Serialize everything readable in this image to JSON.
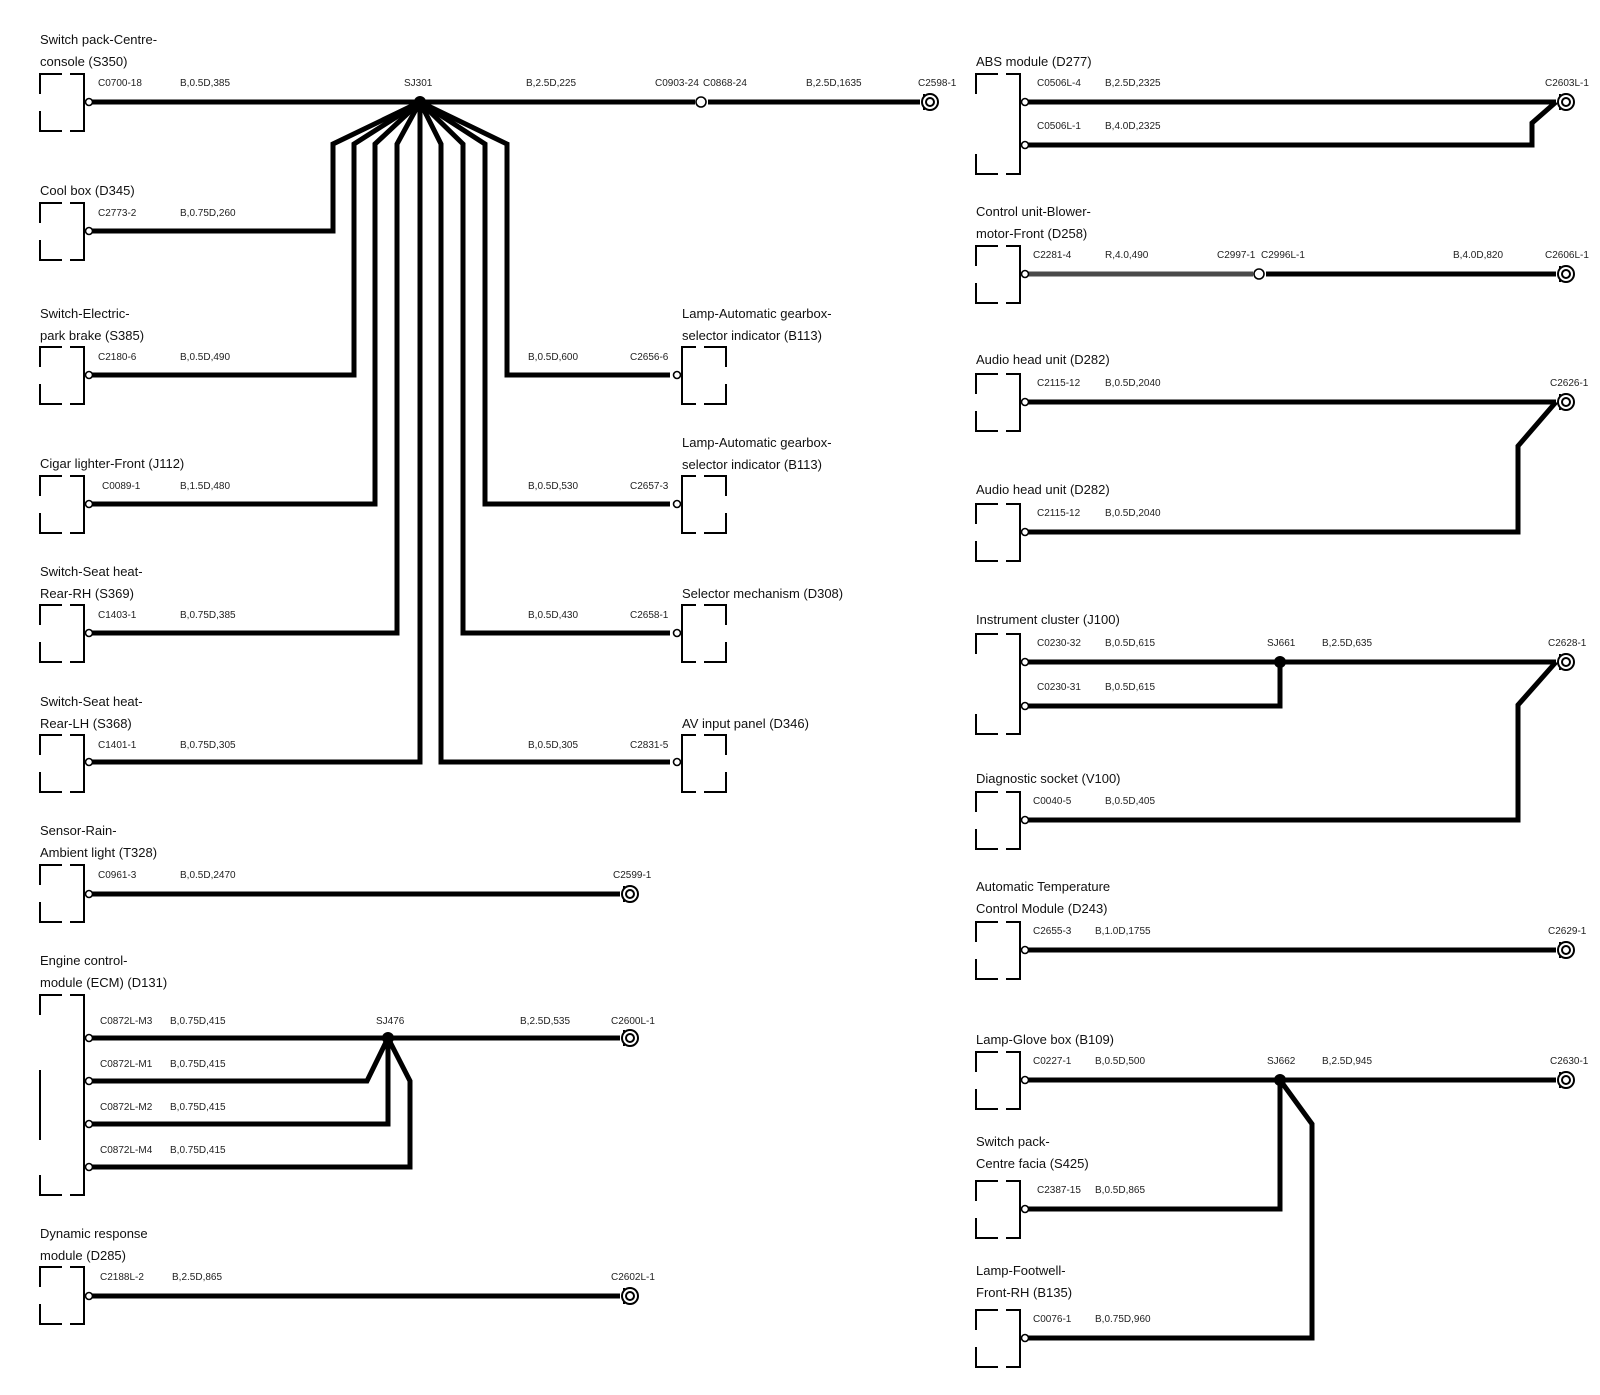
{
  "left": {
    "s350": {
      "name1": "Switch pack-Centre-",
      "name2": "console (S350)",
      "pin": "C0700-18",
      "wire": "B,0.5D,385",
      "splice": "SJ301",
      "wire_out": "B,2.5D,225",
      "inline1": "C0903-24",
      "inline2": "C0868-24",
      "wire_end": "B,2.5D,1635",
      "end": "C2598-1"
    },
    "d345": {
      "name1": "Cool box (D345)",
      "pin": "C2773-2",
      "wire": "B,0.75D,260"
    },
    "s385": {
      "name1": "Switch-Electric-",
      "name2": "park brake (S385)",
      "pin": "C2180-6",
      "wire": "B,0.5D,490"
    },
    "j112": {
      "name1": "Cigar lighter-Front (J112)",
      "pin": "C0089-1",
      "wire": "B,1.5D,480"
    },
    "s369": {
      "name1": "Switch-Seat heat-",
      "name2": "Rear-RH (S369)",
      "pin": "C1403-1",
      "wire": "B,0.75D,385"
    },
    "s368": {
      "name1": "Switch-Seat heat-",
      "name2": "Rear-LH (S368)",
      "pin": "C1401-1",
      "wire": "B,0.75D,305"
    },
    "t328": {
      "name1": "Sensor-Rain-",
      "name2": "Ambient light (T328)",
      "pin": "C0961-3",
      "wire": "B,0.5D,2470",
      "end": "C2599-1"
    },
    "d131": {
      "name1": "Engine control-",
      "name2": "module (ECM) (D131)",
      "pins": [
        "C0872L-M3",
        "C0872L-M1",
        "C0872L-M2",
        "C0872L-M4"
      ],
      "wires": [
        "B,0.75D,415",
        "B,0.75D,415",
        "B,0.75D,415",
        "B,0.75D,415"
      ],
      "splice": "SJ476",
      "wire_out": "B,2.5D,535",
      "end": "C2600L-1"
    },
    "d285": {
      "name1": "Dynamic response",
      "name2": "module (D285)",
      "pin": "C2188L-2",
      "wire": "B,2.5D,865",
      "end": "C2602L-1"
    }
  },
  "middle": {
    "b113a": {
      "name1": "Lamp-Automatic gearbox-",
      "name2": "selector indicator (B113)",
      "pin": "C2656-6",
      "wire": "B,0.5D,600"
    },
    "b113b": {
      "name1": "Lamp-Automatic gearbox-",
      "name2": "selector indicator (B113)",
      "pin": "C2657-3",
      "wire": "B,0.5D,530"
    },
    "d308": {
      "name1": "Selector mechanism (D308)",
      "pin": "C2658-1",
      "wire": "B,0.5D,430"
    },
    "d346": {
      "name1": "AV input panel (D346)",
      "pin": "C2831-5",
      "wire": "B,0.5D,305"
    }
  },
  "right": {
    "d277": {
      "name1": "ABS module (D277)",
      "pins": [
        "C0506L-4",
        "C0506L-1"
      ],
      "wires": [
        "B,2.5D,2325",
        "B,4.0D,2325"
      ],
      "end": "C2603L-1"
    },
    "d258": {
      "name1": "Control unit-Blower-",
      "name2": "motor-Front (D258)",
      "pin": "C2281-4",
      "wire": "R,4.0,490",
      "inline1": "C2997-1",
      "inline2": "C2996L-1",
      "wire_end": "B,4.0D,820",
      "end": "C2606L-1"
    },
    "d282a": {
      "name1": "Audio head unit (D282)",
      "pin": "C2115-12",
      "wire": "B,0.5D,2040",
      "end": "C2626-1"
    },
    "d282b": {
      "name1": "Audio head unit (D282)",
      "pin": "C2115-12",
      "wire": "B,0.5D,2040"
    },
    "j100": {
      "name1": "Instrument cluster (J100)",
      "pins": [
        "C0230-32",
        "C0230-31"
      ],
      "wires": [
        "B,0.5D,615",
        "B,0.5D,615"
      ],
      "splice": "SJ661",
      "wire_out": "B,2.5D,635",
      "end": "C2628-1"
    },
    "v100": {
      "name1": "Diagnostic socket (V100)",
      "pin": "C0040-5",
      "wire": "B,0.5D,405"
    },
    "d243": {
      "name1": "Automatic Temperature",
      "name2": "Control Module (D243)",
      "pin": "C2655-3",
      "wire": "B,1.0D,1755",
      "end": "C2629-1"
    },
    "b109": {
      "name1": "Lamp-Glove box (B109)",
      "pin": "C0227-1",
      "wire": "B,0.5D,500",
      "splice": "SJ662",
      "wire_out": "B,2.5D,945",
      "end": "C2630-1"
    },
    "s425": {
      "name1": "Switch pack-",
      "name2": "Centre facia (S425)",
      "pin": "C2387-15",
      "wire": "B,0.5D,865"
    },
    "b135": {
      "name1": "Lamp-Footwell-",
      "name2": "Front-RH (B135)",
      "pin": "C0076-1",
      "wire": "B,0.75D,960"
    }
  }
}
